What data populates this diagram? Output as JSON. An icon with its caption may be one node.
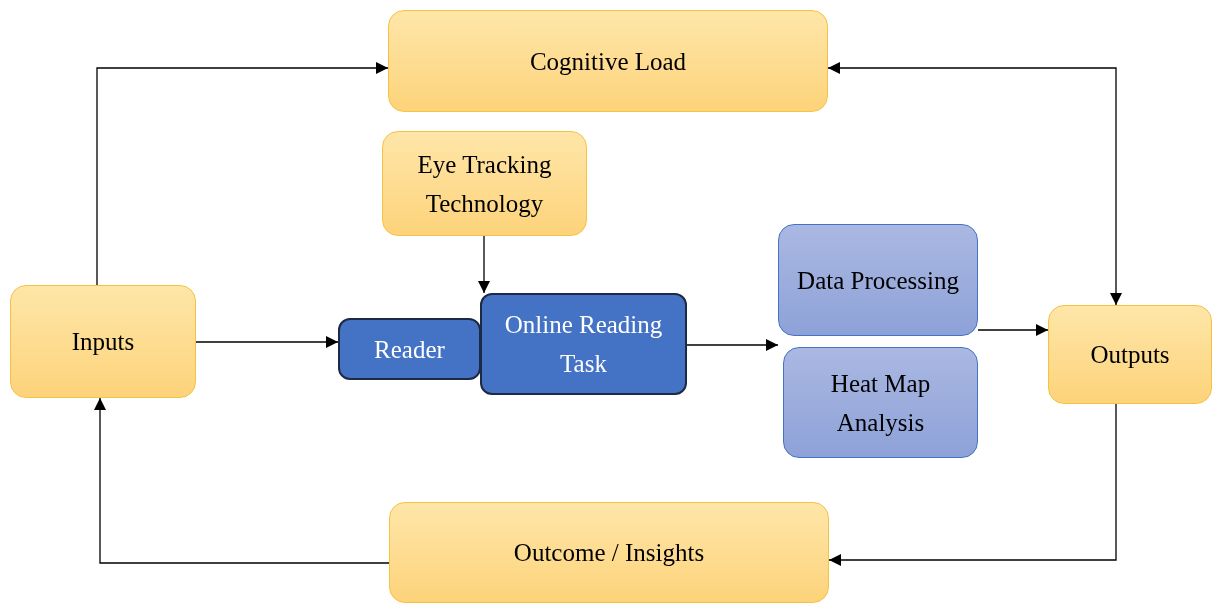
{
  "diagram": {
    "nodes": [
      {
        "text": [
          "Cognitive Load"
        ]
      },
      {
        "text": [
          "Eye Tracking Technology"
        ]
      },
      {
        "text": [
          "Inputs"
        ]
      },
      {
        "text": [
          "Reader"
        ]
      },
      {
        "text": [
          "Online Reading Task"
        ]
      },
      {
        "text": [
          "Data Processing"
        ]
      },
      {
        "text": [
          "Heat Map Analysis"
        ]
      },
      {
        "text": [
          "Outputs"
        ]
      },
      {
        "text": [
          "Outcome / Insights"
        ]
      }
    ],
    "edges": [
      {
        "from": 2,
        "to": 0,
        "arrow": "to"
      },
      {
        "from": 0,
        "to": 7,
        "arrow": "both"
      },
      {
        "from": 1,
        "to": 4,
        "arrow": "to"
      },
      {
        "from": 2,
        "to": 3,
        "arrow": "to"
      },
      {
        "from": 4,
        "to": 5,
        "arrow": "to"
      },
      {
        "from": 5,
        "to": 7,
        "arrow": "to"
      },
      {
        "from": 7,
        "to": 8,
        "arrow": "to"
      },
      {
        "from": 8,
        "to": 2,
        "arrow": "to"
      }
    ]
  }
}
